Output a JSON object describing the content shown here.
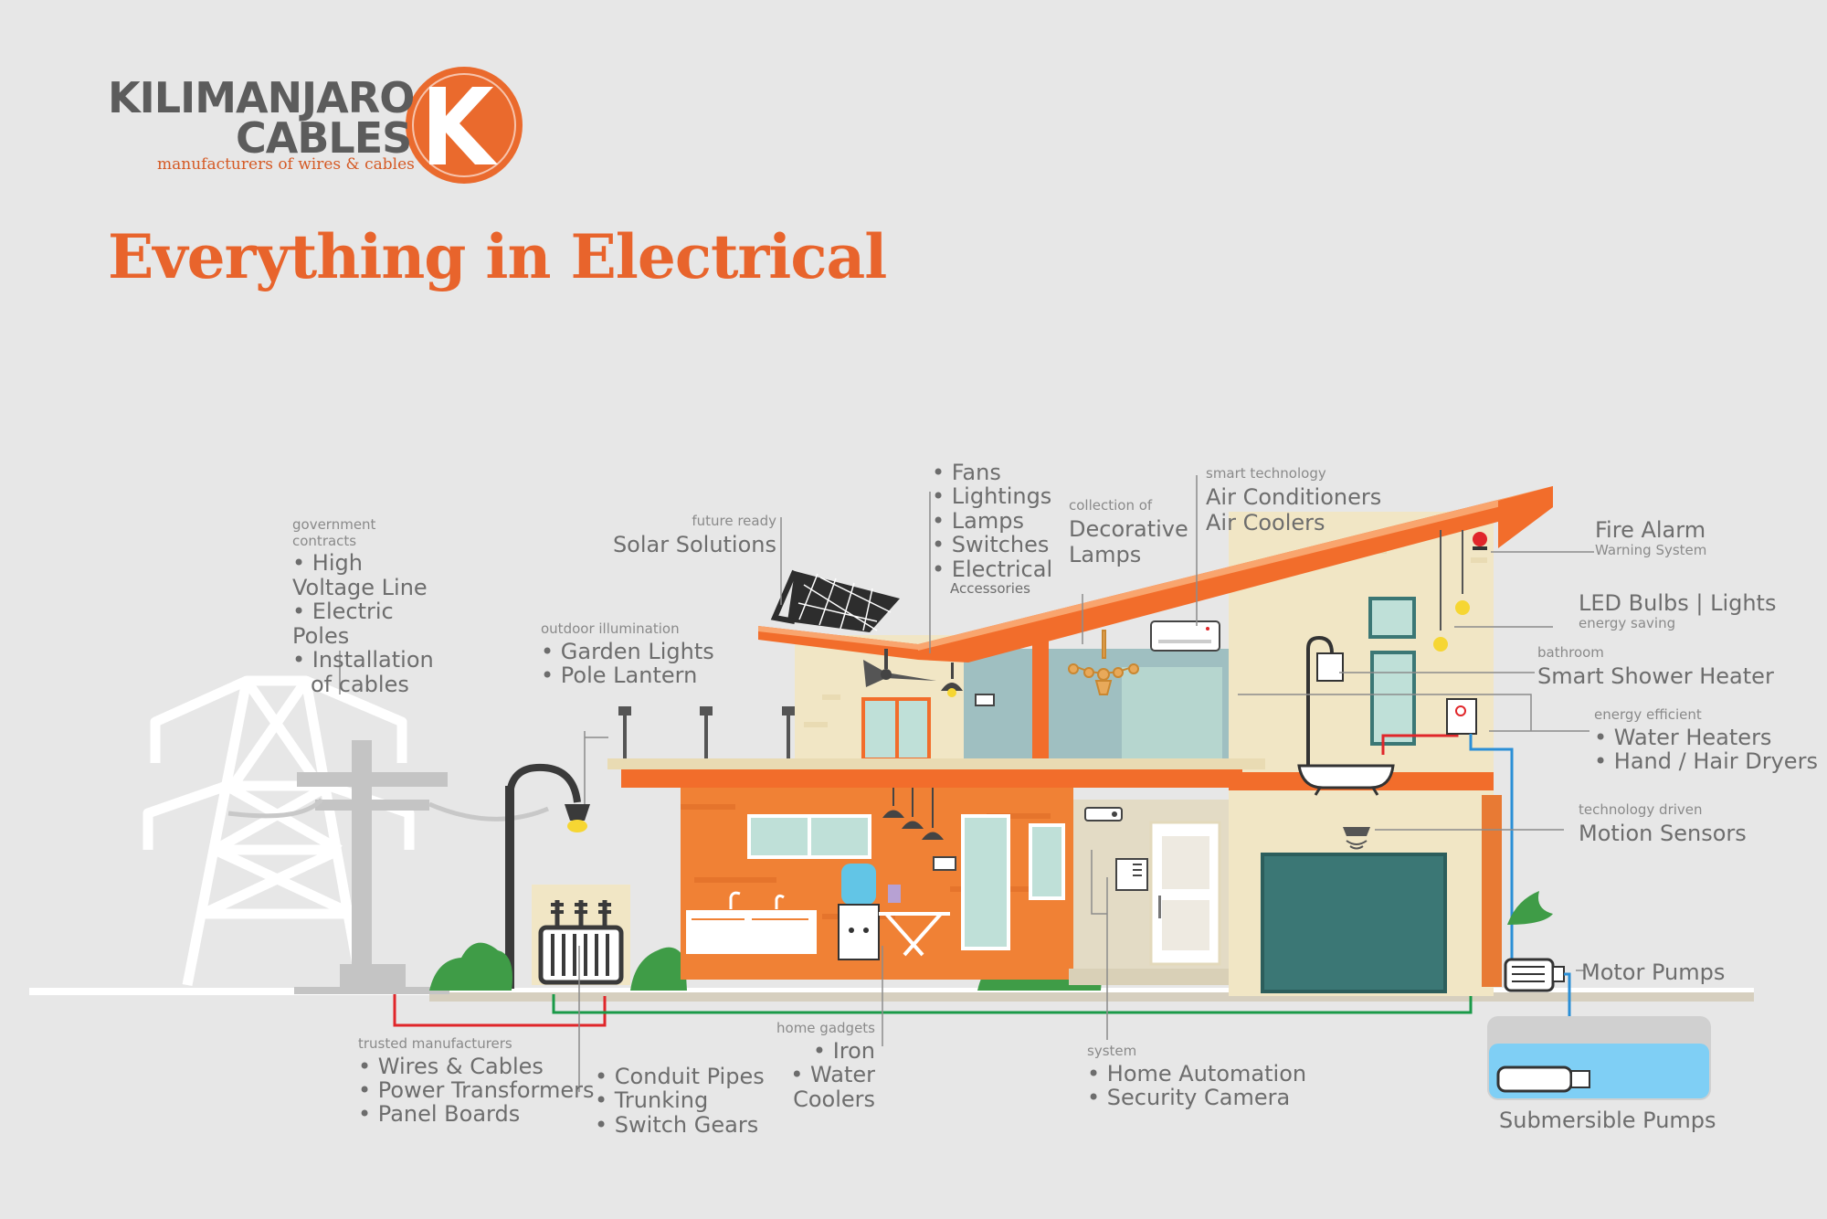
{
  "brand": {
    "name_line1": "KILIMANJARO",
    "name_line2": "CABLES",
    "tagline": "manufacturers of wires & cables",
    "accent_color": "#e8642c"
  },
  "headline": "Everything in Electrical",
  "labels": {
    "hv": {
      "small": "government contracts",
      "items": [
        "High Voltage Line",
        "Electric Poles",
        "Installation"
      ],
      "continuation": "of cables"
    },
    "solar": {
      "small": "future ready",
      "big": "Solar Solutions"
    },
    "outdoor": {
      "small": "outdoor illumination",
      "items": [
        "Garden Lights",
        "Pole Lantern"
      ]
    },
    "fans": {
      "items": [
        "Fans",
        "Lightings",
        "Lamps",
        "Switches",
        "Electrical"
      ],
      "sub": "Accessories"
    },
    "decor": {
      "small": "collection of",
      "big1": "Decorative",
      "big2": "Lamps"
    },
    "ac": {
      "small": "smart technology",
      "big1": "Air Conditioners",
      "big2": "Air Coolers"
    },
    "fire": {
      "big": "Fire Alarm",
      "small": "Warning System"
    },
    "led": {
      "big": "LED Bulbs | Lights",
      "small": "energy saving"
    },
    "shower": {
      "small": "bathroom",
      "big": "Smart Shower Heater"
    },
    "heaters": {
      "small": "energy efficient",
      "items": [
        "Water Heaters",
        "Hand / Hair Dryers"
      ]
    },
    "motion": {
      "small": "technology driven",
      "big": "Motion Sensors"
    },
    "motor": {
      "big": "Motor Pumps"
    },
    "submersible": {
      "big": "Submersible Pumps"
    },
    "wires": {
      "small": "trusted manufacturers",
      "items": [
        "Wires & Cables",
        "Power Transformers",
        "Panel Boards"
      ]
    },
    "conduit": {
      "items": [
        "Conduit Pipes",
        "Trunking",
        "Switch Gears"
      ]
    },
    "gadgets": {
      "small": "home gadgets",
      "items": [
        "Iron",
        "Water"
      ],
      "continuation": "Coolers"
    },
    "system": {
      "small": "system",
      "items": [
        "Home Automation",
        "Security Camera"
      ]
    }
  },
  "icons": [
    "k-logo-icon",
    "pylon-icon",
    "utility-pole-icon",
    "street-lamp-icon",
    "transformer-icon",
    "solar-panel-icon",
    "ceiling-fan-icon",
    "chandelier-icon",
    "air-conditioner-icon",
    "shower-icon",
    "bathtub-icon",
    "fire-alarm-icon",
    "bulb-icon",
    "water-heater-icon",
    "motion-sensor-icon",
    "cctv-camera-icon",
    "keypad-icon",
    "water-cooler-icon",
    "iron-icon",
    "motor-pump-icon",
    "submersible-pump-icon"
  ]
}
